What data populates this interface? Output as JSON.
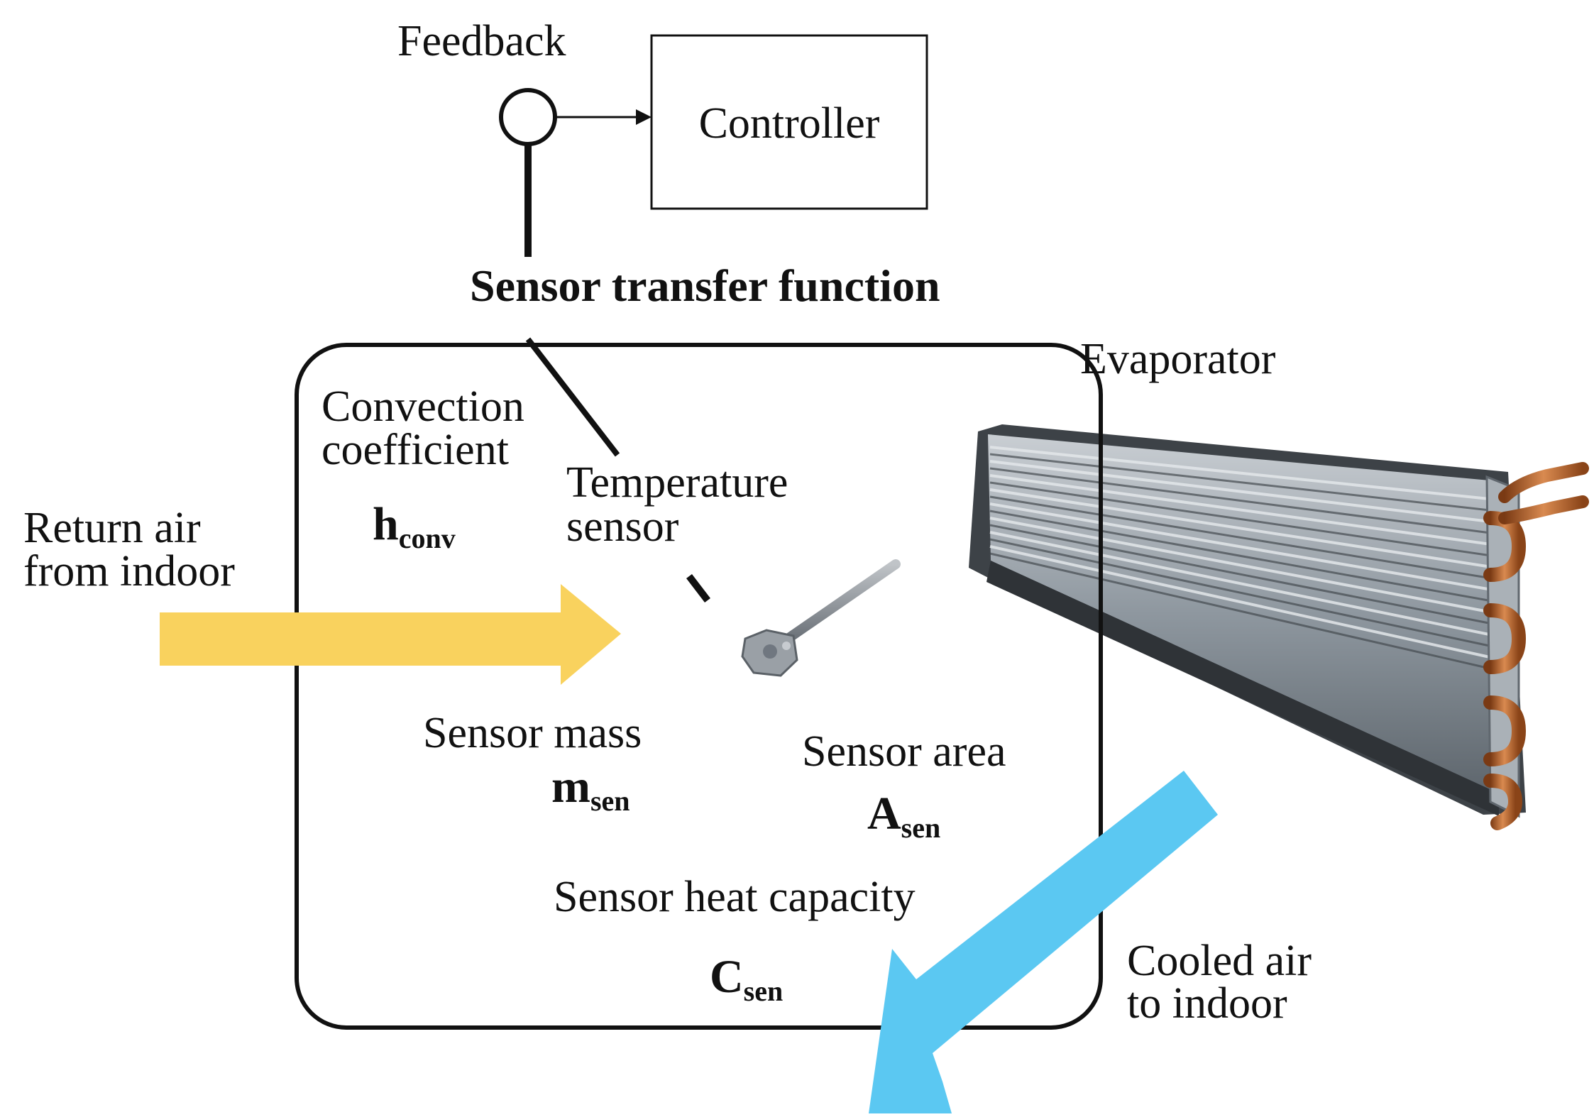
{
  "labels": {
    "feedback": "Feedback",
    "controller": "Controller",
    "sensor_transfer_function": "Sensor transfer function",
    "evaporator": "Evaporator",
    "convection_line1": "Convection",
    "convection_line2": "coefficient",
    "temperature_line1": "Temperature",
    "temperature_line2": "sensor",
    "return_air_line1": "Return air",
    "return_air_line2": "from indoor",
    "sensor_mass": "Sensor mass",
    "sensor_area": "Sensor area",
    "sensor_heat_capacity": "Sensor heat capacity",
    "cooled_air_line1": "Cooled air",
    "cooled_air_line2": "to indoor"
  },
  "symbols": {
    "h_conv": {
      "base": "h",
      "sub": "conv"
    },
    "m_sen": {
      "base": "m",
      "sub": "sen"
    },
    "a_sen": {
      "base": "A",
      "sub": "sen"
    },
    "c_sen": {
      "base": "C",
      "sub": "sen"
    }
  },
  "colors": {
    "return_air_arrow": "#F9D25E",
    "cooled_air_arrow": "#5BC8F2",
    "outline": "#111111",
    "copper": "#B8642F",
    "aluminum": "#9AA2AA"
  }
}
